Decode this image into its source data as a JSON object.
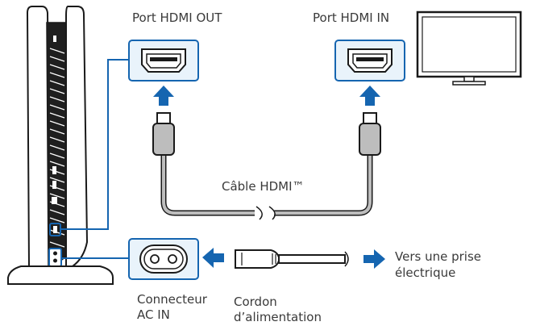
{
  "labels": {
    "hdmi_out": "Port HDMI OUT",
    "hdmi_in": "Port HDMI IN",
    "cable": "Câble HDMI™",
    "to_outlet_line1": "Vers une prise",
    "to_outlet_line2": "électrique",
    "ac_in_line1": "Connecteur",
    "ac_in_line2": "AC IN",
    "cord_line1": "Cordon",
    "cord_line2": "d’alimentation"
  },
  "colors": {
    "accent_blue": "#1565b0",
    "highlight_fill": "#e9f3fb",
    "outline": "#1a1a1a",
    "cable_gray": "#bdbdbd"
  },
  "icons": {
    "console": "ps5-console",
    "tv": "television",
    "hdmi_port": "hdmi-port",
    "ac_socket": "figure-8-power-socket",
    "arrow": "arrow"
  }
}
